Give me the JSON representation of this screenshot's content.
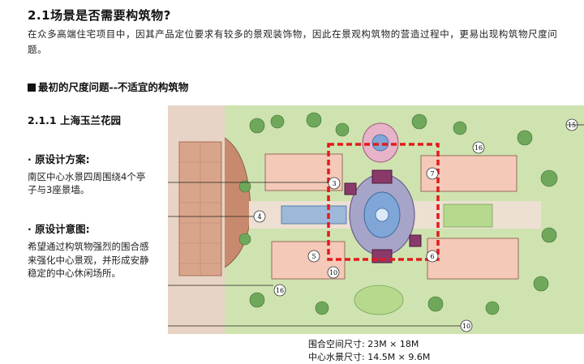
{
  "heading": "2.1场景是否需要构筑物?",
  "intro": "在众多高端住宅项目中，因其产品定位要求有较多的景观装饰物，因此在景观构筑物的营造过程中，更易出现构筑物尺度问题。",
  "section_title": "最初的尺度问题--不适宜的构筑物",
  "case_title": "2.1.1 上海玉兰花园",
  "original_design_label": "· 原设计方案:",
  "original_design_text": "南区中心水景四周围绕4个亭子与3座景墙。",
  "design_intent_label": "· 原设计意图:",
  "design_intent_text": "希望通过构筑物强烈的围合感来强化中心景观，并形成安静稳定的中心休闲场所。",
  "plan_markers": [
    "15",
    "16",
    "7",
    "3",
    "4",
    "5",
    "6",
    "10",
    "16",
    "10"
  ],
  "enclosure_size": "围合空间尺寸:  23M × 18M",
  "water_size": "中心水景尺寸:  14.5M × 9.6M",
  "colors": {
    "highlight_frame": "#e31a1c",
    "building": "#f4c9b8",
    "lawn": "#b7d98d",
    "water": "#7fa6d6",
    "paving": "#d9a58a"
  }
}
